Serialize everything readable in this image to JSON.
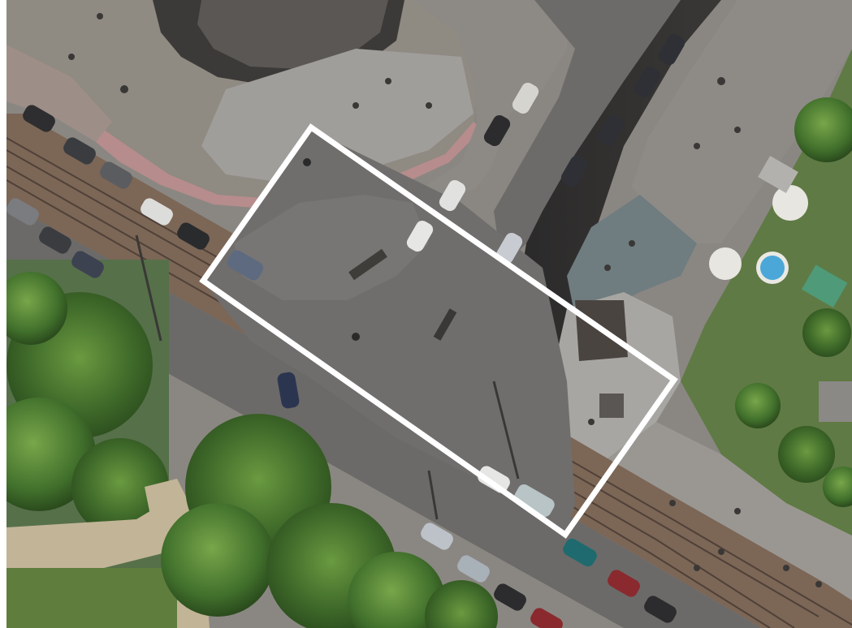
{
  "map": {
    "view": "satellite",
    "annotation": {
      "shape": "rotated-rectangle",
      "stroke_color": "#ffffff",
      "fill": "none"
    }
  },
  "colors": {
    "roof_gray": "#8f8b84",
    "roof_dark": "#6e6a66",
    "courtyard": "#9c9a98",
    "asphalt": "#6f6d6b",
    "tram_bed": "#7b6a5c",
    "rail": "#4f4038",
    "trees": "#3f6a2a",
    "trees_light": "#5c8a3a",
    "path_sand": "#c2b497",
    "garden_green": "#5f7e3d",
    "pool_blue": "#4aa7d8"
  }
}
